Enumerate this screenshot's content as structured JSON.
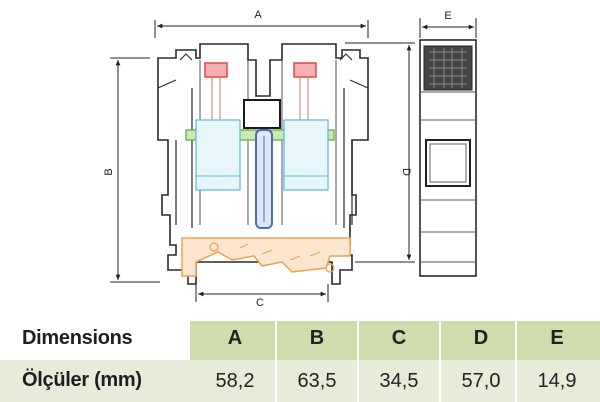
{
  "drawing": {
    "dim_labels": {
      "a": "A",
      "b": "B",
      "c": "C",
      "d": "D",
      "e": "E"
    }
  },
  "table": {
    "row_label_1": "Dimensions",
    "row_label_2": "Ölçüler (mm)",
    "columns": [
      "A",
      "B",
      "C",
      "D",
      "E"
    ],
    "values": [
      "58,2",
      "63,5",
      "34,5",
      "57,0",
      "14,9"
    ]
  },
  "colors": {
    "band": "#cfdcad",
    "values_band": "#e6ecd7",
    "rail_orange": "#f0a050",
    "screw_blue": "#4a6fb5",
    "clamp_green": "#9bd26e",
    "clip_red": "#e04848"
  }
}
